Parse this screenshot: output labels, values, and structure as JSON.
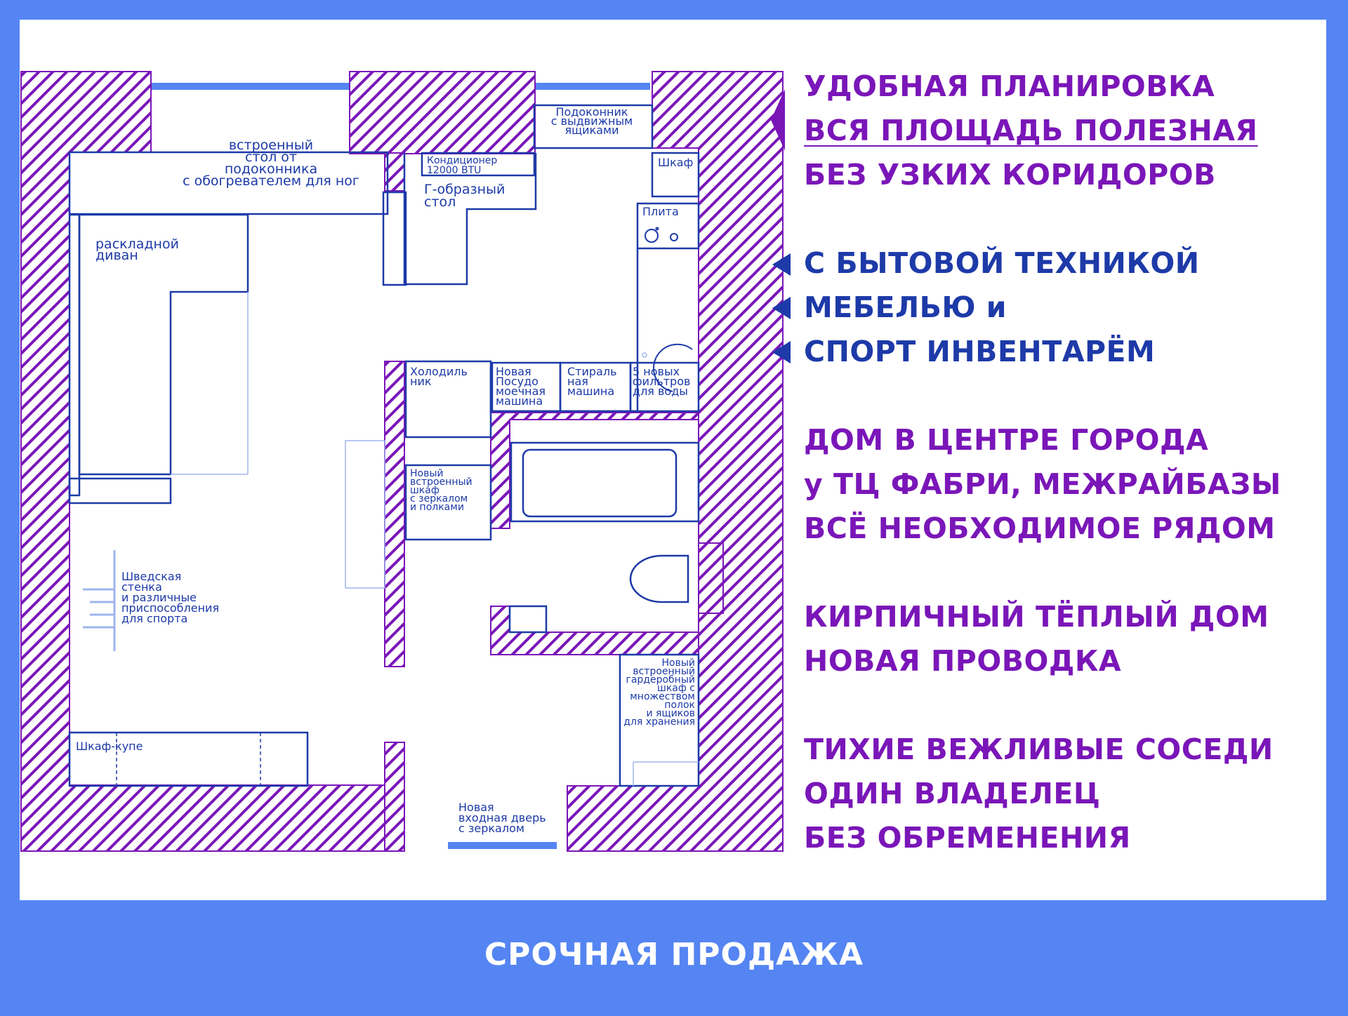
{
  "footer": {
    "urgent_label": "СРОЧНАЯ ПРОДАЖА"
  },
  "features": [
    {
      "lines": [
        "УДОБНАЯ ПЛАНИРОВКА",
        "ВСЯ ПЛОЩАДЬ ПОЛЕЗНАЯ",
        "БЕЗ УЗКИХ КОРИДОРОВ"
      ],
      "color": "purple"
    },
    {
      "lines": [
        "С БЫТОВОЙ ТЕХНИКОЙ",
        "МЕБЕЛЬЮ и",
        "СПОРТ ИНВЕНТАРЁМ"
      ],
      "color": "blue"
    },
    {
      "lines": [
        "ДОМ В ЦЕНТРЕ ГОРОДА",
        "у ТЦ ФАБРИ, МЕЖРАЙБАЗЫ",
        "ВСЁ НЕОБХОДИМОЕ РЯДОМ"
      ],
      "color": "purple"
    },
    {
      "lines": [
        "КИРПИЧНЫЙ ТЁПЛЫЙ ДОМ",
        "НОВАЯ ПРОВОДКА"
      ],
      "color": "purple"
    },
    {
      "lines": [
        "ТИХИЕ ВЕЖЛИВЫЕ СОСЕДИ",
        "ОДИН ВЛАДЕЛЕЦ",
        "БЕЗ ОБРЕМЕНЕНИЯ"
      ],
      "color": "purple"
    }
  ],
  "plan_labels": {
    "desk": [
      "встроенный",
      "стол от",
      "подоконника",
      "с обогревателем для ног"
    ],
    "sill": [
      "Подоконник",
      "с выдвижным",
      "ящиками"
    ],
    "ac": [
      "Кондиционер",
      "12000 BTU"
    ],
    "lshape": [
      "Г-образный",
      "стол"
    ],
    "cabinet": [
      "Шкаф"
    ],
    "stove": [
      "Плита"
    ],
    "sofa": [
      "раскладной",
      "диван"
    ],
    "fridge": [
      "Холодиль",
      "ник"
    ],
    "dishwasher": [
      "Новая",
      "Посудо",
      "моечная",
      "машина"
    ],
    "washer": [
      "Стираль",
      "ная",
      "машина"
    ],
    "filters": [
      "5 новых",
      "фильтров",
      "для воды"
    ],
    "mirror_closet": [
      "Новый",
      "встроенный",
      "шкаф",
      "с зеркалом",
      "и полками"
    ],
    "sport": [
      "Шведская",
      "стенка",
      "и различные",
      "приспособления",
      "для спорта"
    ],
    "wardrobe": [
      "Новый",
      "встроенный",
      "гардеробный",
      "шкаф с",
      "множеством",
      "полок",
      "и ящиков",
      "для хранения"
    ],
    "coupe": [
      "Шкаф-купе"
    ],
    "door": [
      "Новая",
      "входная дверь",
      "с зеркалом"
    ]
  },
  "colors": {
    "wall": "#7a16b8",
    "furniture": "#1d3aa8",
    "accent": "#5585f2",
    "background": "#5585f2"
  }
}
